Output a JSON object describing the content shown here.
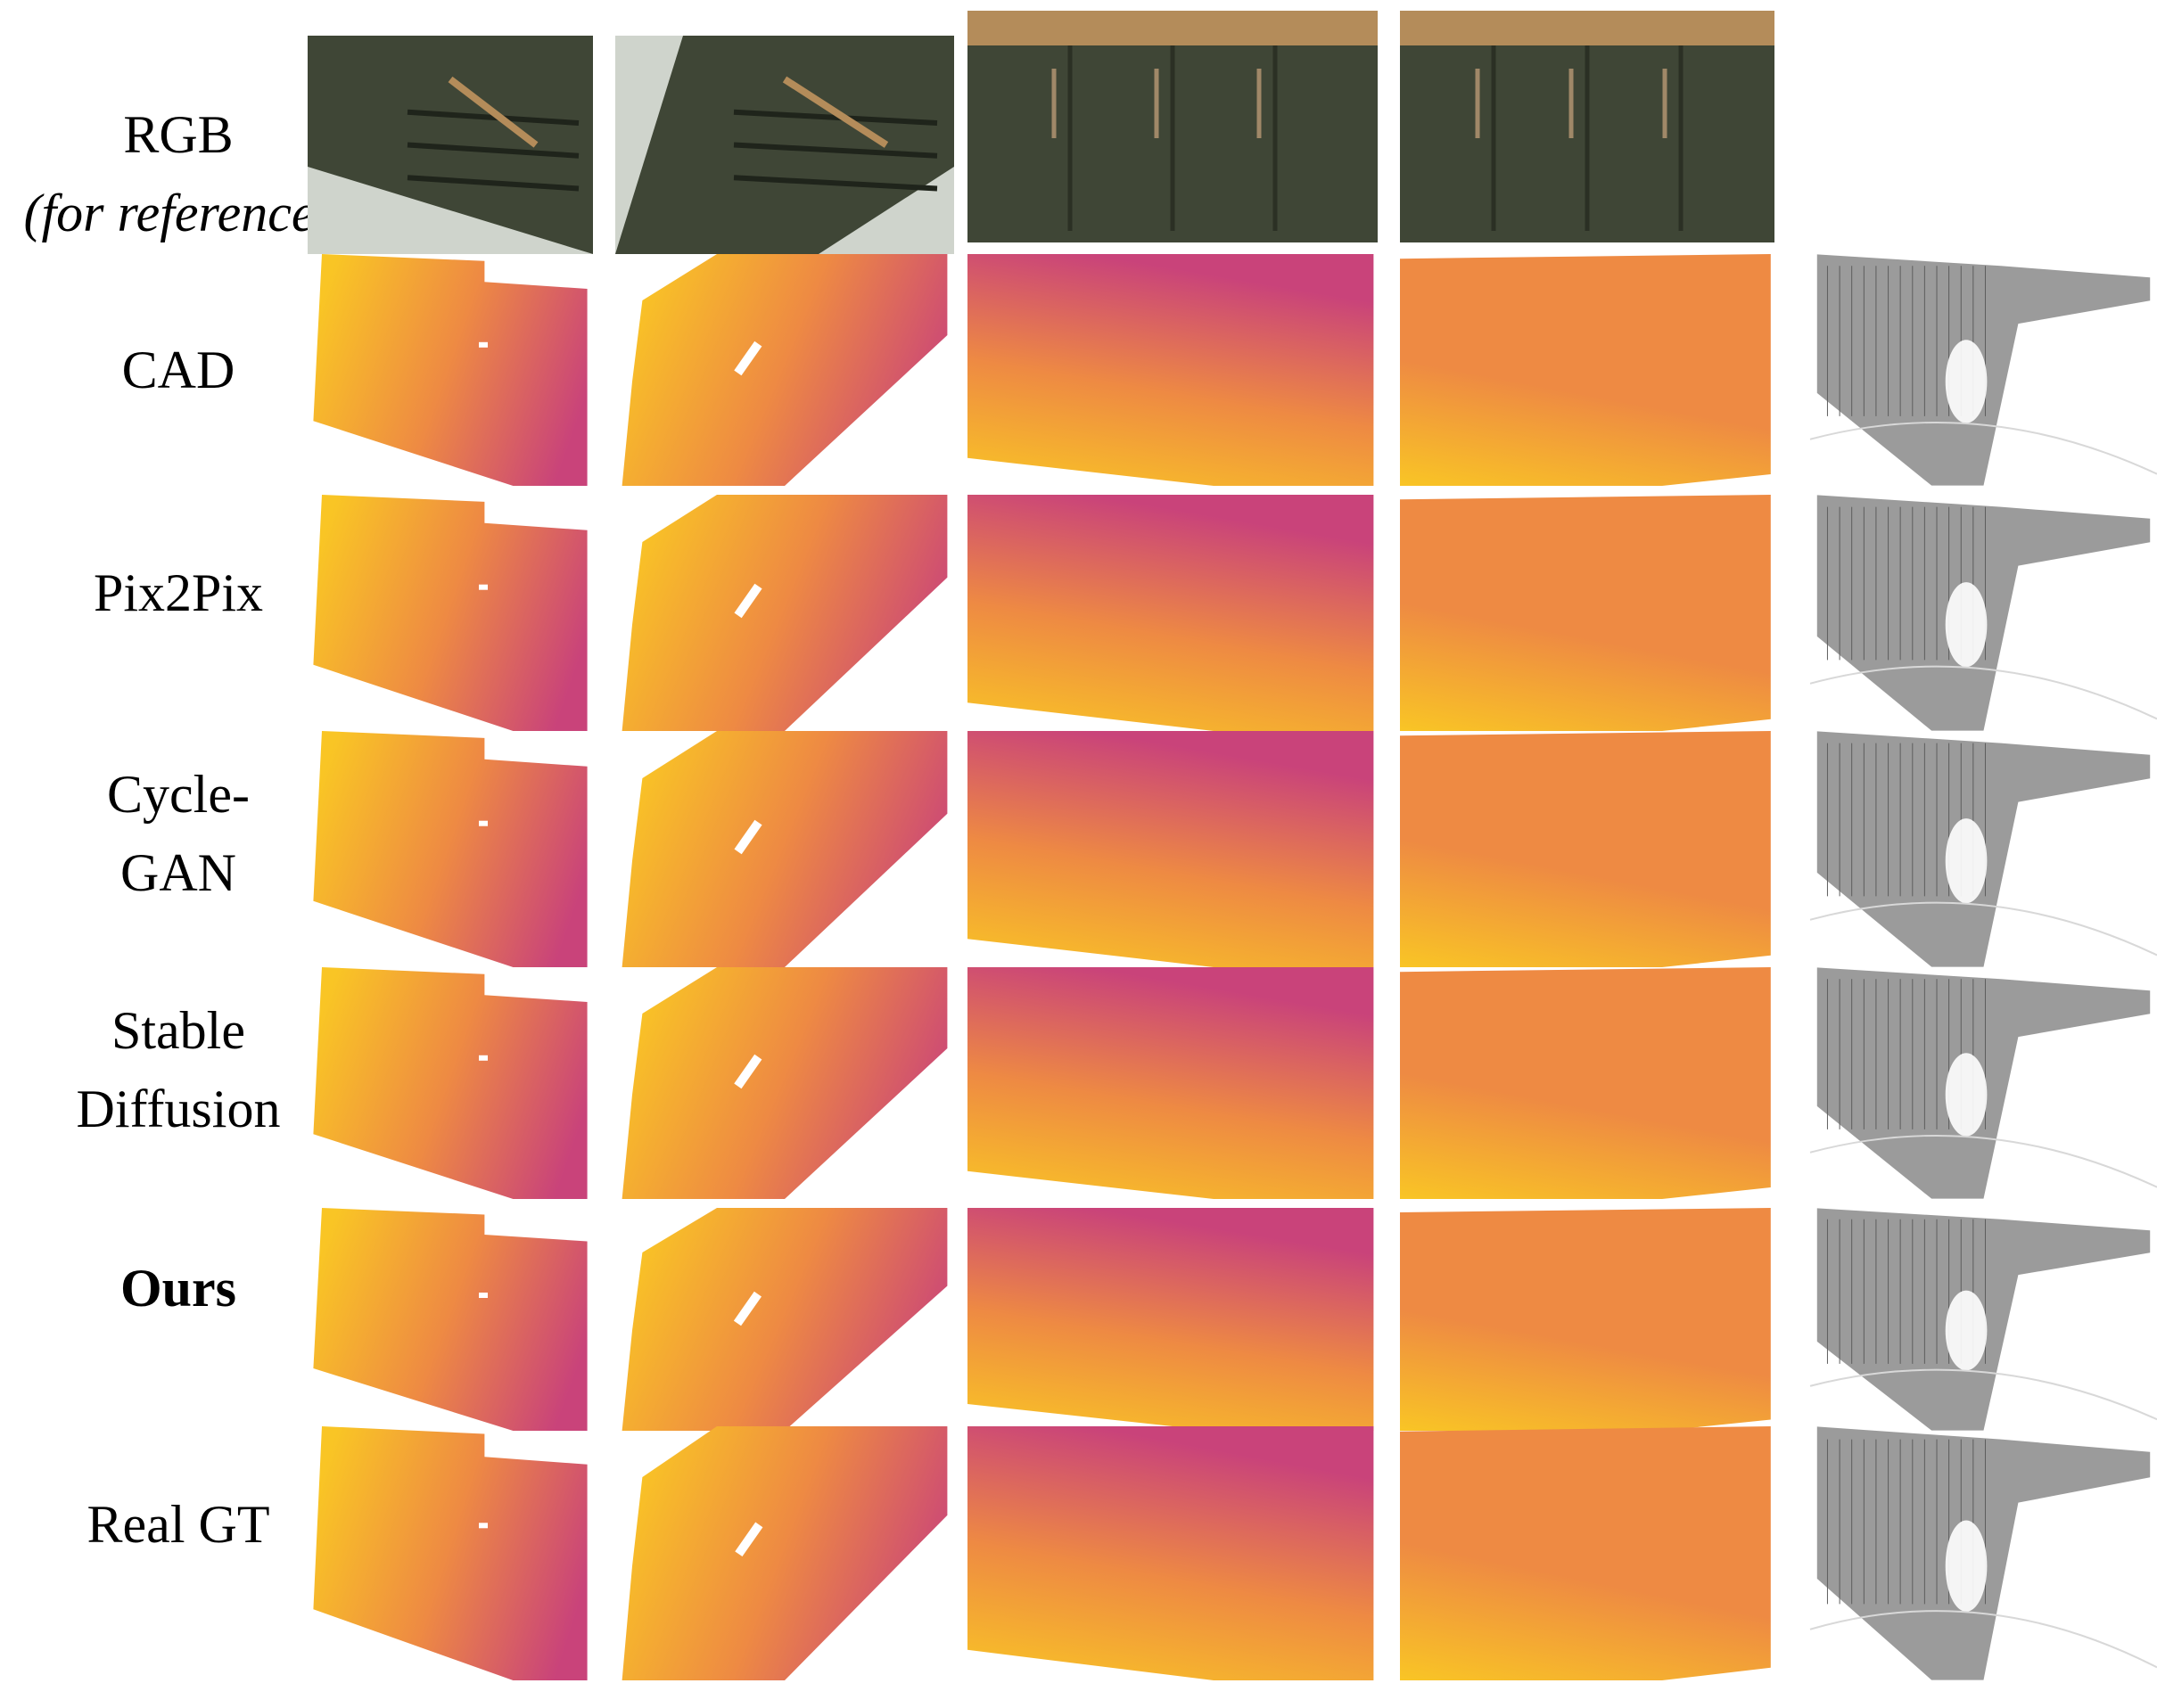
{
  "figure": {
    "rows": [
      {
        "id": "rgb",
        "label_line1": "RGB",
        "label_line2": "(for reference)",
        "style": "italic-second"
      },
      {
        "id": "cad",
        "label_line1": "CAD",
        "label_line2": "",
        "style": "normal"
      },
      {
        "id": "pix2pix",
        "label_line1": "Pix2Pix",
        "label_line2": "",
        "style": "normal"
      },
      {
        "id": "cyclegan",
        "label_line1": "Cycle-",
        "label_line2": "GAN",
        "style": "normal"
      },
      {
        "id": "stable-diffusion",
        "label_line1": "Stable",
        "label_line2": "Diffusion",
        "style": "normal"
      },
      {
        "id": "ours",
        "label_line1": "Ours",
        "label_line2": "",
        "style": "bold"
      },
      {
        "id": "real-gt",
        "label_line1": "Real GT",
        "label_line2": "",
        "style": "normal"
      }
    ],
    "colors": {
      "depth_near": "#f9c525",
      "depth_mid": "#ee8a43",
      "depth_far": "#c9437a",
      "rgb_cabinet": "#3f4636",
      "rgb_counter": "#b48c5a",
      "pointcloud": "#8a8a8a"
    }
  }
}
